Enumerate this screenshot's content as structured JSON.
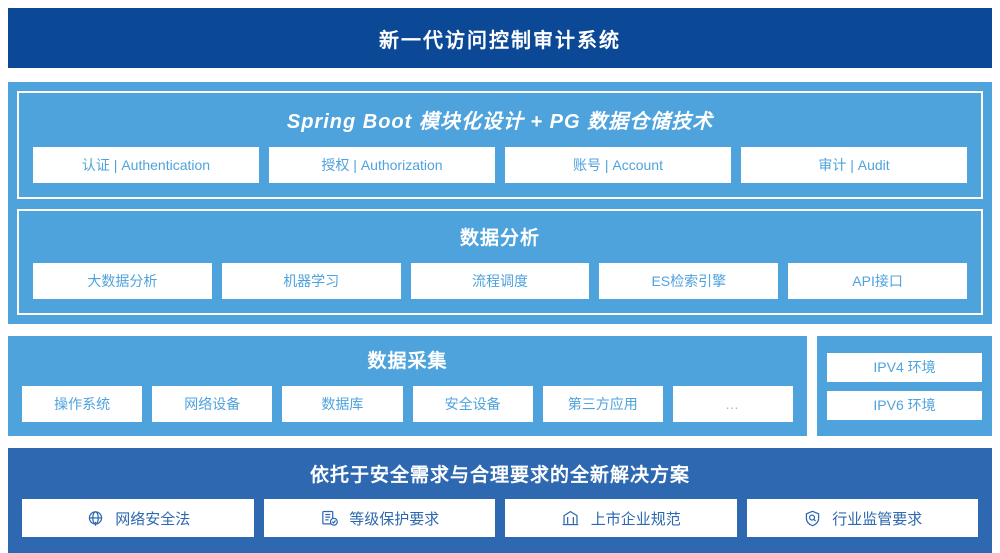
{
  "header": {
    "title": "新一代访问控制审计系统"
  },
  "platform": {
    "spring": {
      "title": "Spring Boot 模块化设计 + PG 数据仓储技术",
      "items": [
        {
          "label": "认证 | Authentication"
        },
        {
          "label": "授权 | Authorization"
        },
        {
          "label": "账号 | Account"
        },
        {
          "label": "审计 | Audit"
        }
      ]
    },
    "analysis": {
      "title": "数据分析",
      "items": [
        {
          "label": "大数据分析"
        },
        {
          "label": "机器学习"
        },
        {
          "label": "流程调度"
        },
        {
          "label": "ES检索引擎"
        },
        {
          "label": "API接口"
        }
      ]
    }
  },
  "collect": {
    "title": "数据采集",
    "items": [
      {
        "label": "操作系统"
      },
      {
        "label": "网络设备"
      },
      {
        "label": "数据库"
      },
      {
        "label": "安全设备"
      },
      {
        "label": "第三方应用"
      },
      {
        "label": "…"
      }
    ]
  },
  "environment": {
    "items": [
      {
        "label": "IPV4 环境"
      },
      {
        "label": "IPV6 环境"
      }
    ]
  },
  "solution": {
    "title": "依托于安全需求与合理要求的全新解决方案",
    "items": [
      {
        "label": "网络安全法",
        "icon": "globe-icon"
      },
      {
        "label": "等级保护要求",
        "icon": "document-check-icon"
      },
      {
        "label": "上市企业规范",
        "icon": "bank-icon"
      },
      {
        "label": "行业监管要求",
        "icon": "shield-search-icon"
      }
    ]
  },
  "colors": {
    "header_bg": "#0B4896",
    "panel_blue": "#4FA3DD",
    "solution_blue": "#2E68B0",
    "chip_bg": "#FFFFFF"
  }
}
